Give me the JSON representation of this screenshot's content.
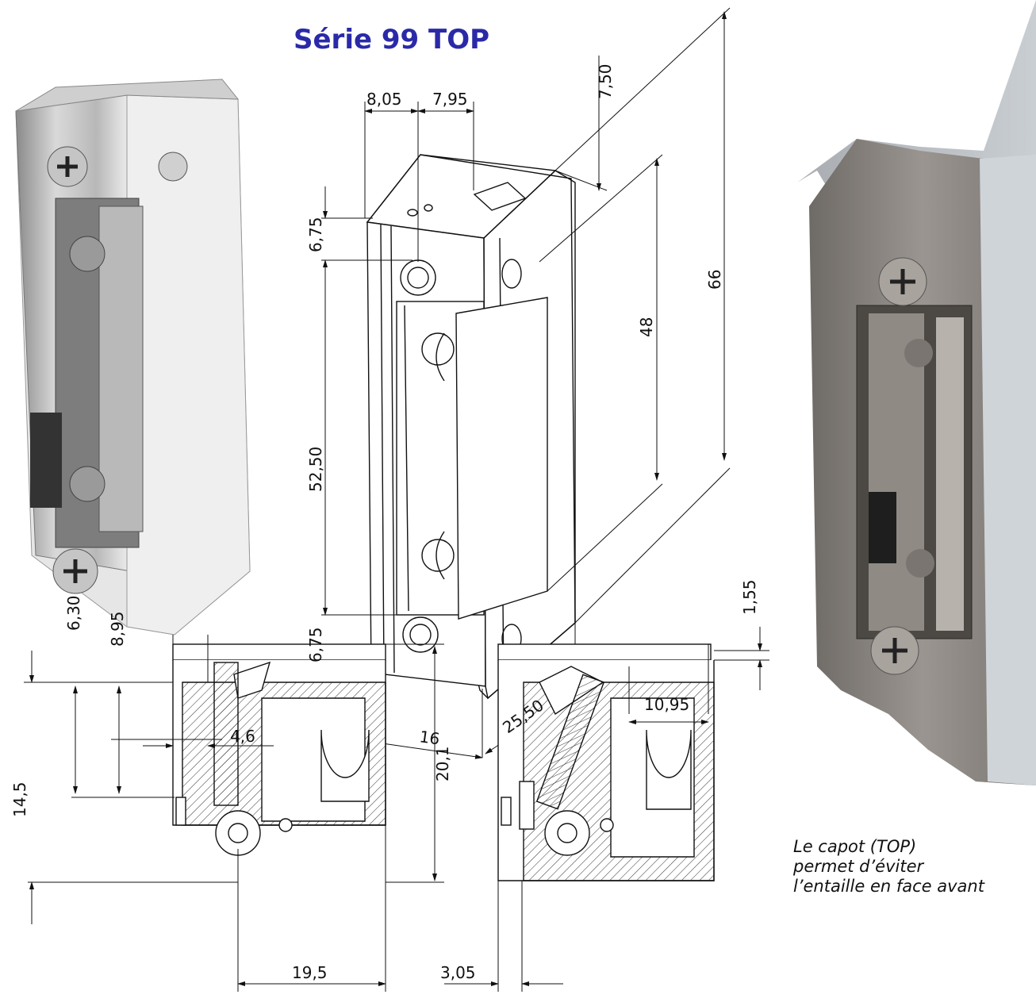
{
  "title": "Série 99 TOP",
  "dimensions": {
    "top_left": "8,05",
    "top_right": "7,95",
    "top_depth": "7,50",
    "height_total": "66",
    "height_inner": "48",
    "screw_top": "6,75",
    "body_middle": "52,50",
    "screw_bottom": "6,75",
    "width": "16",
    "depth": "25,50",
    "sec1_offset": "4,6",
    "sec1_h1": "6,30",
    "sec1_h2": "8,95",
    "sec1_height": "14,5",
    "sec1_total": "20,1",
    "sec1_width": "19,5",
    "sec2_width": "10,95",
    "sec2_lip": "1,55",
    "sec2_offset": "3,05"
  },
  "caption": {
    "line1": "Le capot (TOP)",
    "line2": "permet d’éviter",
    "line3": "l’entaille en face avant"
  }
}
